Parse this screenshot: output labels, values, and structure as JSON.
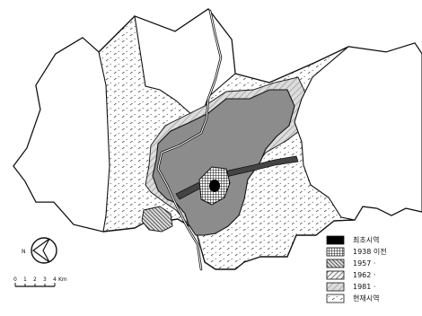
{
  "legend": {
    "items": [
      {
        "key": "initial",
        "label": "최초시역",
        "pattern": "solid-black"
      },
      {
        "key": "y1938",
        "label": "1938 이전",
        "pattern": "grid"
      },
      {
        "key": "y1957",
        "label": "1957  ·",
        "pattern": "diag-dense"
      },
      {
        "key": "y1962",
        "label": "1962  ·",
        "pattern": "diag-sparse"
      },
      {
        "key": "y1981",
        "label": "1981  ·",
        "pattern": "hatch-light"
      },
      {
        "key": "current",
        "label": "현재시역",
        "pattern": "dots"
      }
    ]
  },
  "scale_bar": {
    "ticks": [
      "0",
      "1",
      "2",
      "3",
      "4"
    ],
    "unit": "Km"
  },
  "north_arrow": {
    "letter": "N"
  },
  "colors": {
    "ink": "#111111",
    "paper": "#ffffff",
    "gray": "#8c8c8c",
    "light": "#c8c8c8"
  }
}
